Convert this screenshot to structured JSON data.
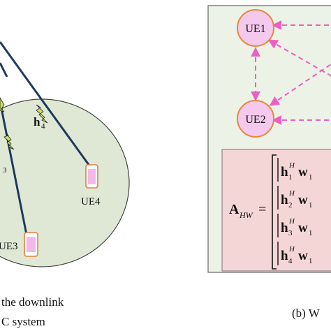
{
  "left_panel": {
    "channel_label_main": "h",
    "channel_label_sub": "4",
    "channel_label_partial": "3",
    "ue_labels": [
      "UE4",
      "UE3"
    ],
    "caption_lines": [
      "the downlink",
      "C system"
    ]
  },
  "right_panel": {
    "nodes": [
      "UE1",
      "UE2"
    ],
    "equation": {
      "lhs_main": "A",
      "lhs_sub": "HW",
      "equals": "=",
      "rows": [
        {
          "h": "h",
          "h_sub": "1",
          "sup": "H",
          "w": "w",
          "w_sub": "1"
        },
        {
          "h": "h",
          "h_sub": "2",
          "sup": "H",
          "w": "w",
          "w_sub": "1"
        },
        {
          "h": "h",
          "h_sub": "3",
          "sup": "H",
          "w": "w",
          "w_sub": "1"
        },
        {
          "h": "h",
          "h_sub": "4",
          "sup": "H",
          "w": "w",
          "w_sub": "1"
        }
      ]
    },
    "caption": "(b) W"
  },
  "colors": {
    "ellipse_fill": "#dfe8d4",
    "panel_fill": "#edf2e6",
    "node_fill": "#f5c9ee",
    "node_stroke": "#e8893a",
    "arrow": "#ec5fc4",
    "matrix_fill": "#f5d6d6",
    "phone_stroke": "#e5803a",
    "phone_screen": "#f2b8ea",
    "beam": "#1e3a5f",
    "bolt": "#c8e05a"
  }
}
